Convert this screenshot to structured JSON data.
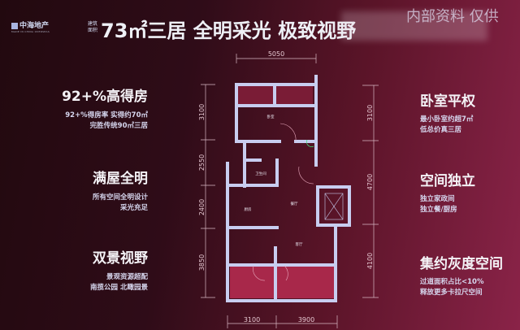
{
  "header": {
    "logo_text": "中海地产",
    "logo_subtitle": "MADE IN CHINA OVERSEAS",
    "area_tag": "建筑面积",
    "title": "73㎡三居 全明采光 极致视野",
    "watermark": "内部资料 仅供"
  },
  "features_left": [
    {
      "heading": "92+%高得房",
      "lines": [
        "92+%得房率 实得约70㎡",
        "完胜传统90㎡三居"
      ]
    },
    {
      "heading": "满屋全明",
      "lines": [
        "所有空间全明设计",
        "采光充足"
      ]
    },
    {
      "heading": "双景视野",
      "lines": [
        "景观资源超配",
        "南揽公园 北瞰园景"
      ]
    }
  ],
  "features_right": [
    {
      "heading": "卧室平权",
      "lines": [
        "最小卧室约超7㎡",
        "低总价真三居"
      ]
    },
    {
      "heading": "空间独立",
      "lines": [
        "独立家政间",
        "独立餐/厨房"
      ]
    },
    {
      "heading": "集约灰度空间",
      "lines": [
        "过道面积占比<10%",
        "释放更多卡拉尺空间"
      ]
    }
  ],
  "floorplan": {
    "rooms": {
      "bedroom": "卧室",
      "bathroom": "卫生间",
      "kitchen": "厨房",
      "dining": "餐厅",
      "living": "客厅"
    },
    "dims_top": [
      "5050"
    ],
    "dims_left": [
      "3100",
      "2550",
      "2400",
      "3850"
    ],
    "dims_right": [
      "3100",
      "4700",
      "4100"
    ],
    "dims_bottom": [
      "3100",
      "3900"
    ]
  },
  "colors": {
    "wall": "#c8cdf0",
    "balcony": "#a8284a",
    "accent": "#8a2348"
  }
}
